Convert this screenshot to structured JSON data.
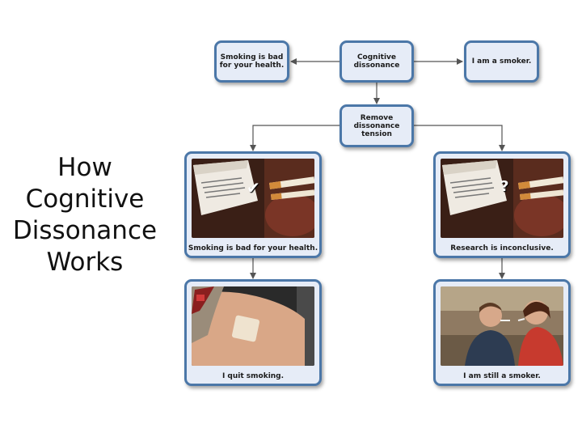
{
  "slide": {
    "title_lines": [
      "How",
      "Cognitive",
      "Dissonance",
      "Works"
    ]
  },
  "diagram": {
    "node_belief": [
      "Smoking is bad",
      "for your health."
    ],
    "node_dissonance": [
      "Cognitive",
      "dissonance"
    ],
    "node_behavior": [
      "I am a smoker."
    ],
    "node_remove": [
      "Remove",
      "dissonance",
      "tension"
    ],
    "panel_left_top_caption": "Smoking is bad for your health.",
    "panel_right_top_caption": "Research is inconclusive.",
    "panel_left_bottom_caption": "I quit smoking.",
    "panel_right_bottom_caption": "I am still a smoker.",
    "left_mark": "✔",
    "right_mark": "?"
  },
  "colors": {
    "box_fill": "#e6ecf7",
    "box_border": "#4b77a8",
    "arrow": "#555555"
  }
}
